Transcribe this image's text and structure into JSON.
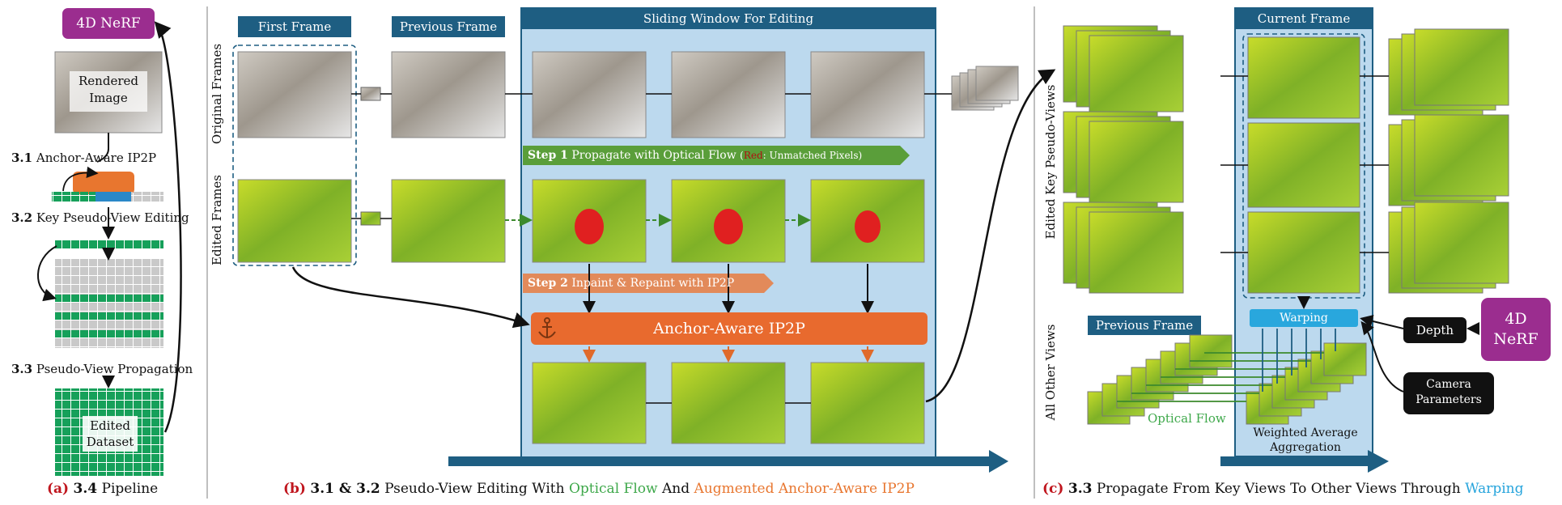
{
  "panel_a": {
    "nerf_label": "4D NeRF",
    "rendered_label": "Rendered Image",
    "step31_num": "3.1",
    "step31_text": "Anchor-Aware IP2P",
    "step32_num": "3.2",
    "step32_text": "Key Pseudo-View Editing",
    "step33_num": "3.3",
    "step33_text": "Pseudo-View Propagation",
    "edited_label": "Edited Dataset",
    "caption_letter": "(a)",
    "caption_num": "3.4",
    "caption_text": "Pipeline"
  },
  "panel_b": {
    "first_frame": "First Frame",
    "previous_frame": "Previous Frame",
    "sliding_window": "Sliding Window For Editing",
    "original_frames": "Original Frames",
    "edited_frames": "Edited Frames",
    "step1_bold": "Step 1",
    "step1_text": "Propagate with Optical Flow",
    "step1_note_open": "(",
    "step1_red": "Red",
    "step1_note_rest": ": Unmatched Pixels)",
    "step2_bold": "Step 2",
    "step2_text": "Inpaint & Repaint with IP2P",
    "anchor_label": "Anchor-Aware IP2P",
    "caption_letter": "(b)",
    "caption_num": "3.1 & 3.2",
    "caption_text1": "Pseudo-View Editing With",
    "caption_green": "Optical Flow",
    "caption_text2": "And",
    "caption_orange": "Augmented Anchor-Aware IP2P"
  },
  "panel_c": {
    "current_frame": "Current Frame",
    "edited_key": "Edited Key Pseudo-Views",
    "all_other": "All Other Views",
    "previous_frame": "Previous Frame",
    "warping": "Warping",
    "depth": "Depth",
    "nerf": "4D NeRF",
    "camera": "Camera Parameters",
    "optical_flow": "Optical Flow",
    "weighted": "Weighted Average Aggregation",
    "caption_letter": "(c)",
    "caption_num": "3.3",
    "caption_text": "Propagate From Key Views To Other Views Through",
    "caption_blue": "Warping"
  },
  "colors": {
    "purple": "#9b2d8f",
    "navy": "#1e5e82",
    "window_fill": "#bcd9ee",
    "orange": "#e86a2e",
    "green_arrow": "#5a9e3a",
    "step2_fill": "#e28a5a",
    "warp_blue": "#29a7dd",
    "grid_green": "#16a05a",
    "caption_red": "#c0161e",
    "caption_green": "#3ea84a",
    "caption_orange": "#e8762f",
    "caption_blue": "#26a4dc"
  }
}
